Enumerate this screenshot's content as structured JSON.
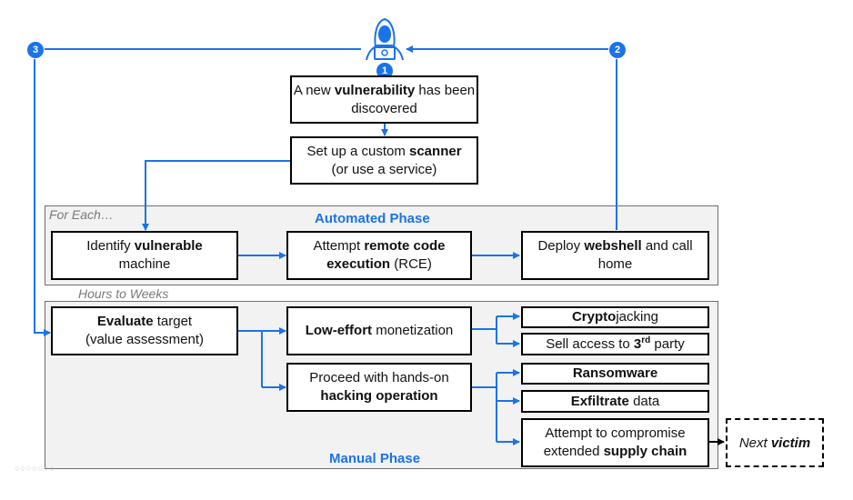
{
  "badges": {
    "b1": "1",
    "b2": "2",
    "b3": "3"
  },
  "boxes": {
    "vuln": {
      "pre": "A new ",
      "bold": "vulnerability",
      "post": " has been discovered"
    },
    "scanner": {
      "pre": "Set up a custom ",
      "bold": "scanner",
      "post": "(or use a service)"
    },
    "identify": {
      "pre": "Identify ",
      "bold": "vulnerable",
      "post": "machine"
    },
    "rce": {
      "pre": "Attempt ",
      "bold": "remote code execution",
      "post": " (RCE)"
    },
    "webshell": {
      "pre": "Deploy ",
      "bold": "webshell",
      "post": " and call home"
    },
    "evaluate": {
      "bold": "Evaluate",
      "post": " target",
      "line2": "(value assessment)"
    },
    "loweffort": {
      "bold": "Low-effort",
      "post": " monetization"
    },
    "handson": {
      "pre": "Proceed with hands-on",
      "bold": "hacking operation"
    },
    "crypto": {
      "bold": "Crypto",
      "post": "jacking"
    },
    "sell": {
      "pre": "Sell access to ",
      "bold": "3",
      "sup": "rd",
      "post": " party"
    },
    "ransomware": {
      "bold": "Ransomware"
    },
    "exfil": {
      "bold": "Exfiltrate",
      "post": " data"
    },
    "supply": {
      "pre": "Attempt to compromise",
      "pre2": "extended ",
      "bold": "supply chain"
    },
    "victim": {
      "pre": "Next ",
      "bold": "victim"
    }
  },
  "phases": {
    "automated": {
      "title": "Automated Phase",
      "note": "For Each…"
    },
    "manual": {
      "title": "Manual Phase",
      "note": "Hours to Weeks"
    }
  },
  "colors": {
    "accent": "#1a73e8",
    "phase_bg": "#f2f2f2"
  },
  "icons": {
    "hacker": "hooded-hacker-icon"
  }
}
